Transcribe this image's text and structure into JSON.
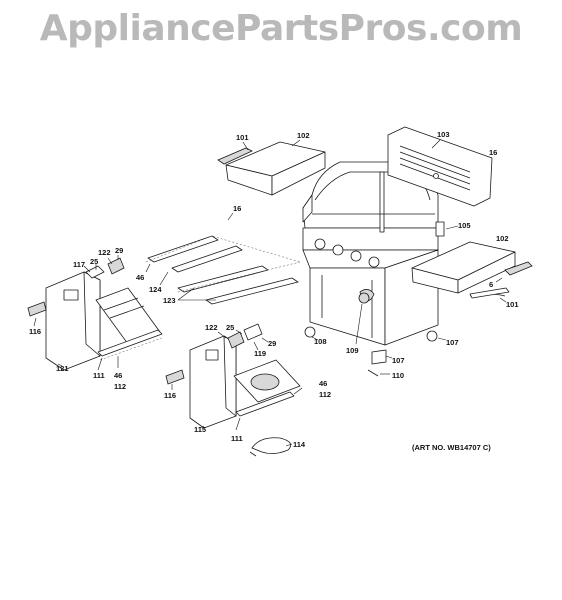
{
  "watermark": "AppliancePartsPros.com",
  "art_number": "(ART NO. WB14707 C)",
  "callouts": [
    {
      "id": "101-top",
      "label": "101"
    },
    {
      "id": "102-top",
      "label": "102"
    },
    {
      "id": "103",
      "label": "103"
    },
    {
      "id": "16-right",
      "label": "16"
    },
    {
      "id": "16-mid",
      "label": "16"
    },
    {
      "id": "105",
      "label": "105"
    },
    {
      "id": "102-right",
      "label": "102"
    },
    {
      "id": "6",
      "label": "6"
    },
    {
      "id": "101-right",
      "label": "101"
    },
    {
      "id": "107-right",
      "label": "107"
    },
    {
      "id": "107-mid",
      "label": "107"
    },
    {
      "id": "110",
      "label": "110"
    },
    {
      "id": "109",
      "label": "109"
    },
    {
      "id": "108",
      "label": "108"
    },
    {
      "id": "29-mid",
      "label": "29"
    },
    {
      "id": "119",
      "label": "119"
    },
    {
      "id": "25-mid",
      "label": "25"
    },
    {
      "id": "122-mid",
      "label": "122"
    },
    {
      "id": "123",
      "label": "123"
    },
    {
      "id": "124",
      "label": "124"
    },
    {
      "id": "46-upper",
      "label": "46"
    },
    {
      "id": "122-left",
      "label": "122"
    },
    {
      "id": "29-left",
      "label": "29"
    },
    {
      "id": "117",
      "label": "117"
    },
    {
      "id": "25-left",
      "label": "25"
    },
    {
      "id": "116-left",
      "label": "116"
    },
    {
      "id": "121",
      "label": "121"
    },
    {
      "id": "111-left",
      "label": "111"
    },
    {
      "id": "46-left",
      "label": "46"
    },
    {
      "id": "112-left",
      "label": "112"
    },
    {
      "id": "116-lower",
      "label": "116"
    },
    {
      "id": "115",
      "label": "115"
    },
    {
      "id": "111-lower",
      "label": "111"
    },
    {
      "id": "46-right",
      "label": "46"
    },
    {
      "id": "112-right",
      "label": "112"
    },
    {
      "id": "114",
      "label": "114"
    }
  ]
}
